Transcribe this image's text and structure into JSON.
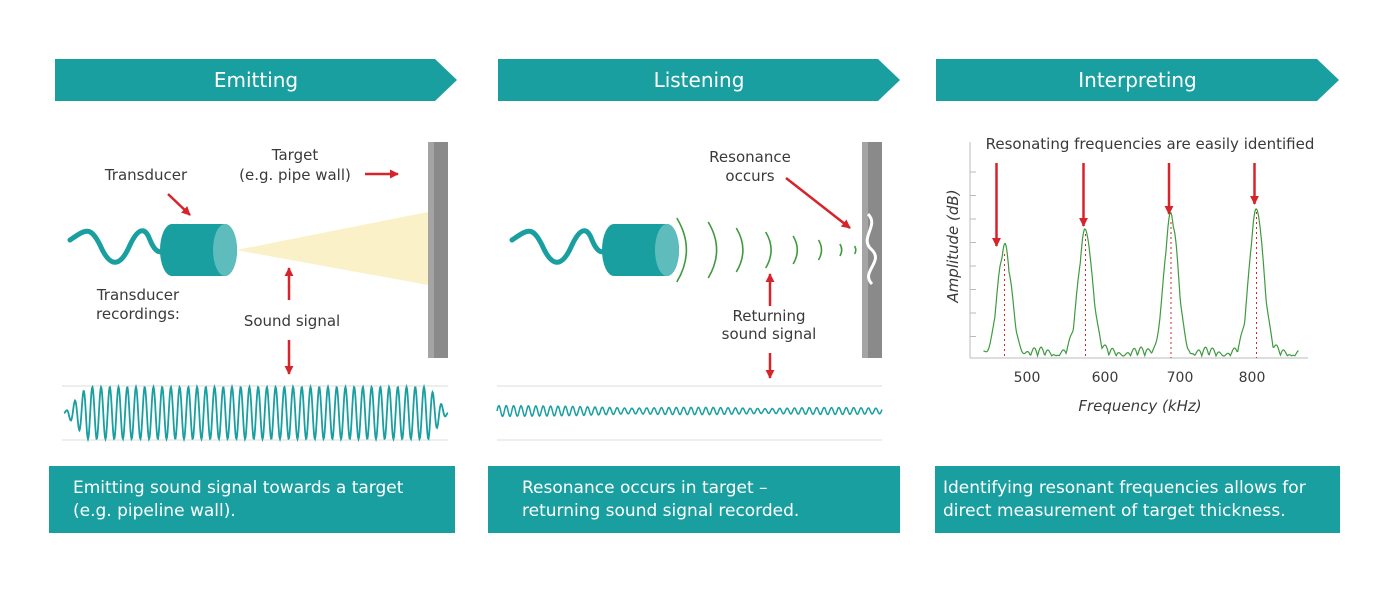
{
  "panels": [
    {
      "heading": "Emitting",
      "labels": {
        "transducer": "Transducer",
        "target_1": "Target",
        "target_2": "(e.g. pipe wall)",
        "recordings_1": "Transducer",
        "recordings_2": "recordings:",
        "sound_signal": "Sound signal"
      },
      "caption": "Emitting sound signal towards a target\n(e.g. pipeline wall)."
    },
    {
      "heading": "Listening",
      "labels": {
        "resonance_1": "Resonance",
        "resonance_2": "occurs",
        "returning_1": "Returning",
        "returning_2": "sound signal"
      },
      "caption": "Resonance occurs in target –\nreturning sound signal recorded."
    },
    {
      "heading": "Interpreting",
      "labels": {
        "annotation": "Resonating frequencies are easily identified",
        "ylabel": "Amplitude (dB)",
        "xlabel": "Frequency (kHz)",
        "ticks": [
          "500",
          "600",
          "700",
          "800"
        ]
      },
      "caption": "Identifying resonant frequencies allows for\ndirect measurement of target thickness."
    }
  ],
  "colors": {
    "teal": "#1a9fa0",
    "arrow_red": "#d6242a",
    "wave_green": "#3f9a3f",
    "beam": "#fbf1c8",
    "wall": "#8a8a8a"
  },
  "chart_data": {
    "type": "line",
    "xlabel": "Frequency (kHz)",
    "ylabel": "Amplitude (dB)",
    "xlim": [
      430,
      870
    ],
    "x_ticks": [
      500,
      600,
      700,
      800
    ],
    "peaks_khz": [
      470,
      578,
      692,
      806
    ],
    "annotation": "Resonating frequencies are easily identified"
  }
}
